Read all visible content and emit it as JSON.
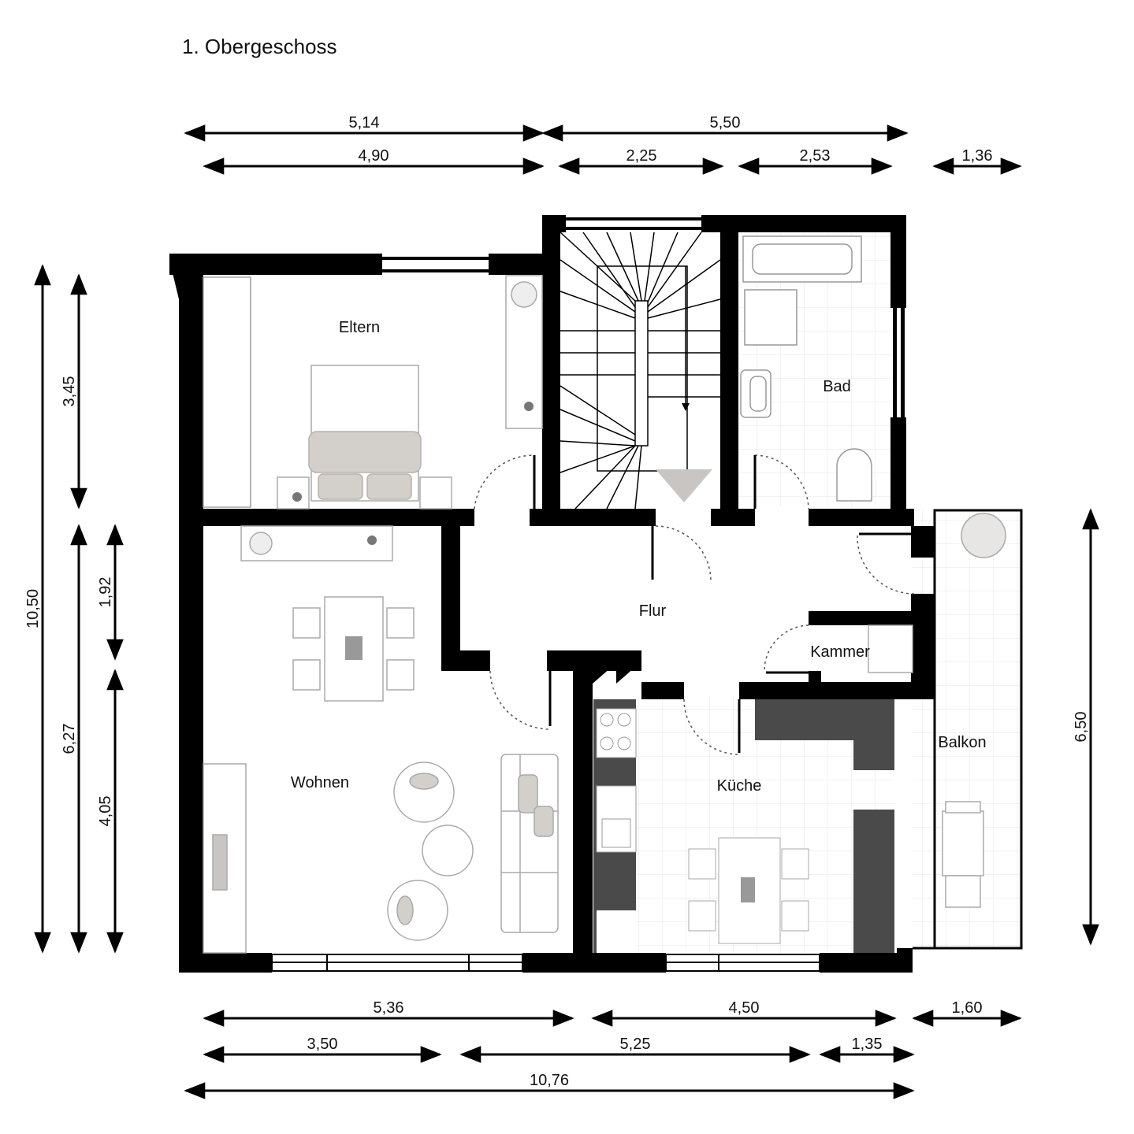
{
  "title": "1. Obergeschoss",
  "rooms": {
    "eltern": "Eltern",
    "bad": "Bad",
    "flur": "Flur",
    "kammer": "Kammer",
    "wohnen": "Wohnen",
    "kueche": "Küche",
    "balkon": "Balkon"
  },
  "dimensions": {
    "top_row1": [
      "5,14",
      "5,50"
    ],
    "top_row2": [
      "4,90",
      "2,25",
      "2,53",
      "1,36"
    ],
    "bottom_row1": [
      "5,36",
      "4,50",
      "1,60"
    ],
    "bottom_row2": [
      "3,50",
      "5,25",
      "1,35"
    ],
    "bottom_total": "10,76",
    "left_total": "10,50",
    "left_upper": "3,45",
    "left_lower": "6,27",
    "left_small1": "1,92",
    "left_small2": "4,05",
    "right_balkon": "6,50"
  },
  "colors": {
    "wall": "#000000",
    "furniture_fill": "#d3cfcb",
    "counter": "#4a4a4a",
    "tile_line": "#e6e6e6"
  }
}
